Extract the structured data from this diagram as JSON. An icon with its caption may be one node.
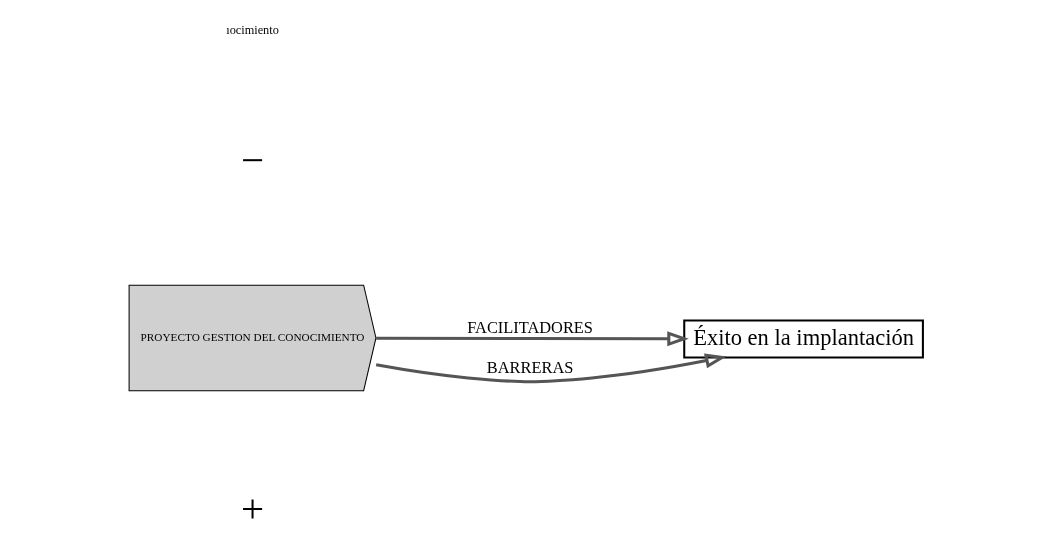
{
  "diagram": {
    "nodes": [
      {
        "text": [
          "PROYECTO GESTION DEL CONOCIMIENTO"
        ]
      },
      {
        "text": [
          "Éxito en la implantación"
        ]
      }
    ],
    "edges": [
      {
        "from": 0,
        "to": 1,
        "arrow": "to",
        "label": "FACILITADORES"
      },
      {
        "from": 0,
        "to": 1,
        "arrow": "to",
        "label": "BARRERAS"
      }
    ],
    "labels": [
      "+",
      "−",
      "ıocimiento"
    ]
  }
}
